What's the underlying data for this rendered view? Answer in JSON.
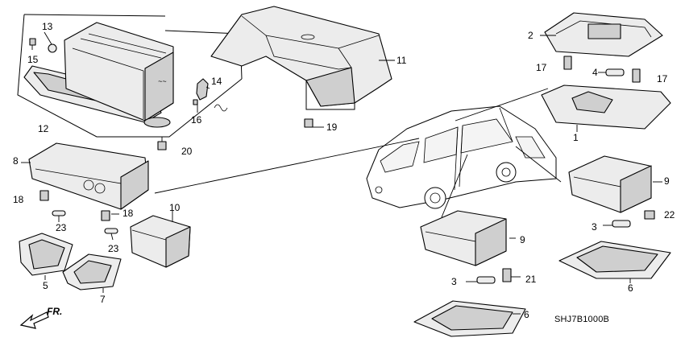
{
  "diagram": {
    "callouts": [
      {
        "id": "c2",
        "text": "2"
      },
      {
        "id": "c17a",
        "text": "17"
      },
      {
        "id": "c4",
        "text": "4"
      },
      {
        "id": "c17b",
        "text": "17"
      },
      {
        "id": "c1",
        "text": "1"
      },
      {
        "id": "c13",
        "text": "13"
      },
      {
        "id": "c15",
        "text": "15"
      },
      {
        "id": "c14",
        "text": "14"
      },
      {
        "id": "c16",
        "text": "16"
      },
      {
        "id": "c12",
        "text": "12"
      },
      {
        "id": "c20",
        "text": "20"
      },
      {
        "id": "c11",
        "text": "11"
      },
      {
        "id": "c19",
        "text": "19"
      },
      {
        "id": "c8",
        "text": "8"
      },
      {
        "id": "c18a",
        "text": "18"
      },
      {
        "id": "c23a",
        "text": "23"
      },
      {
        "id": "c18b",
        "text": "18"
      },
      {
        "id": "c23b",
        "text": "23"
      },
      {
        "id": "c10",
        "text": "10"
      },
      {
        "id": "c5",
        "text": "5"
      },
      {
        "id": "c7",
        "text": "7"
      },
      {
        "id": "c9a",
        "text": "9"
      },
      {
        "id": "c3a",
        "text": "3"
      },
      {
        "id": "c22",
        "text": "22"
      },
      {
        "id": "c6a",
        "text": "6"
      },
      {
        "id": "c9b",
        "text": "9"
      },
      {
        "id": "c3b",
        "text": "3"
      },
      {
        "id": "c21",
        "text": "21"
      },
      {
        "id": "c6b",
        "text": "6"
      }
    ],
    "direction_label": "FR.",
    "diagram_code": "SHJ7B1000B"
  }
}
